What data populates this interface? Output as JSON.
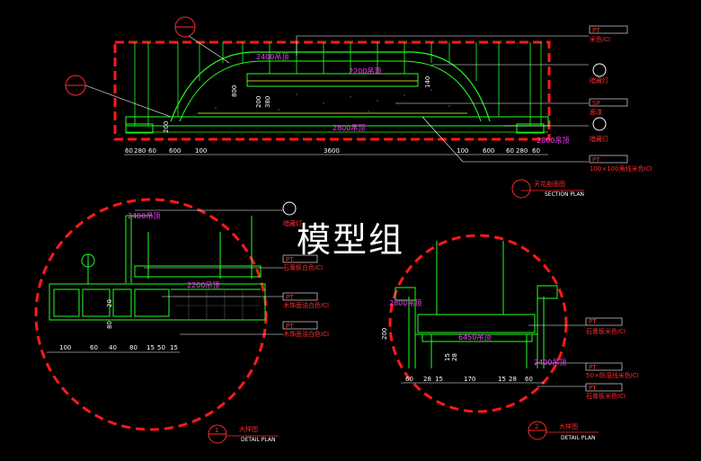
{
  "watermark": "模型组",
  "elevations": {
    "e1": "2400吊顶",
    "e2": "2200吊顶",
    "e3": "2800吊顶",
    "e4": "2800吊顶",
    "e5": "2400吊顶",
    "e6": "2200吊顶",
    "e7": "2800吊顶",
    "e8": "6450吊顶",
    "e9": "2400吊顶"
  },
  "callouts": {
    "c1_code": "PT",
    "c1_text": "米色ICI",
    "c2_text": "暗藏灯",
    "c3_code": "SP",
    "c3_text": "面漆",
    "c4_text": "暗藏灯",
    "c5_code": "PT",
    "c5_text": "100×100角线米色ICI",
    "c6_text": "暗藏灯",
    "c7_code": "PT",
    "c7_text": "石膏板白色ICI",
    "c8_code": "PT",
    "c8_text": "木饰面油白色ICI",
    "c9_code": "PT",
    "c9_text": "木饰面油白色ICI",
    "c10_code": "PT",
    "c10_text": "石膏板米色ICI",
    "c11_code": "PT",
    "c11_text": "50×防湿线米色ICI",
    "c12_code": "PT",
    "c12_text": "石膏板米色ICI"
  },
  "top_dims": [
    "60",
    "280",
    "60",
    "600",
    "100",
    "3600",
    "100",
    "600",
    "60",
    "280",
    "60"
  ],
  "top_vert": [
    "800",
    "200",
    "380",
    "200",
    "140"
  ],
  "left_dims": [
    "100",
    "60",
    "40",
    "80",
    "15",
    "50",
    "15"
  ],
  "left_vert": [
    "20",
    "80"
  ],
  "right_dims": [
    "60",
    "28",
    "15",
    "170",
    "15",
    "28",
    "60"
  ],
  "right_vert": [
    "200",
    "15",
    "28"
  ],
  "titles": {
    "main_title": "天花剖面图",
    "main_sub": "SECTION PLAN",
    "detail1_num": "1",
    "detail1_title": "大样图",
    "detail1_sub": "DETAIL PLAN",
    "detail2_num": "2",
    "detail2_title": "大样图",
    "detail2_sub": "DETAIL PLAN"
  },
  "colors": {
    "line_green": "#22ff22",
    "cut_red": "#ff1a1a",
    "elev_magenta": "#ff3cff",
    "white": "#ffffff"
  }
}
